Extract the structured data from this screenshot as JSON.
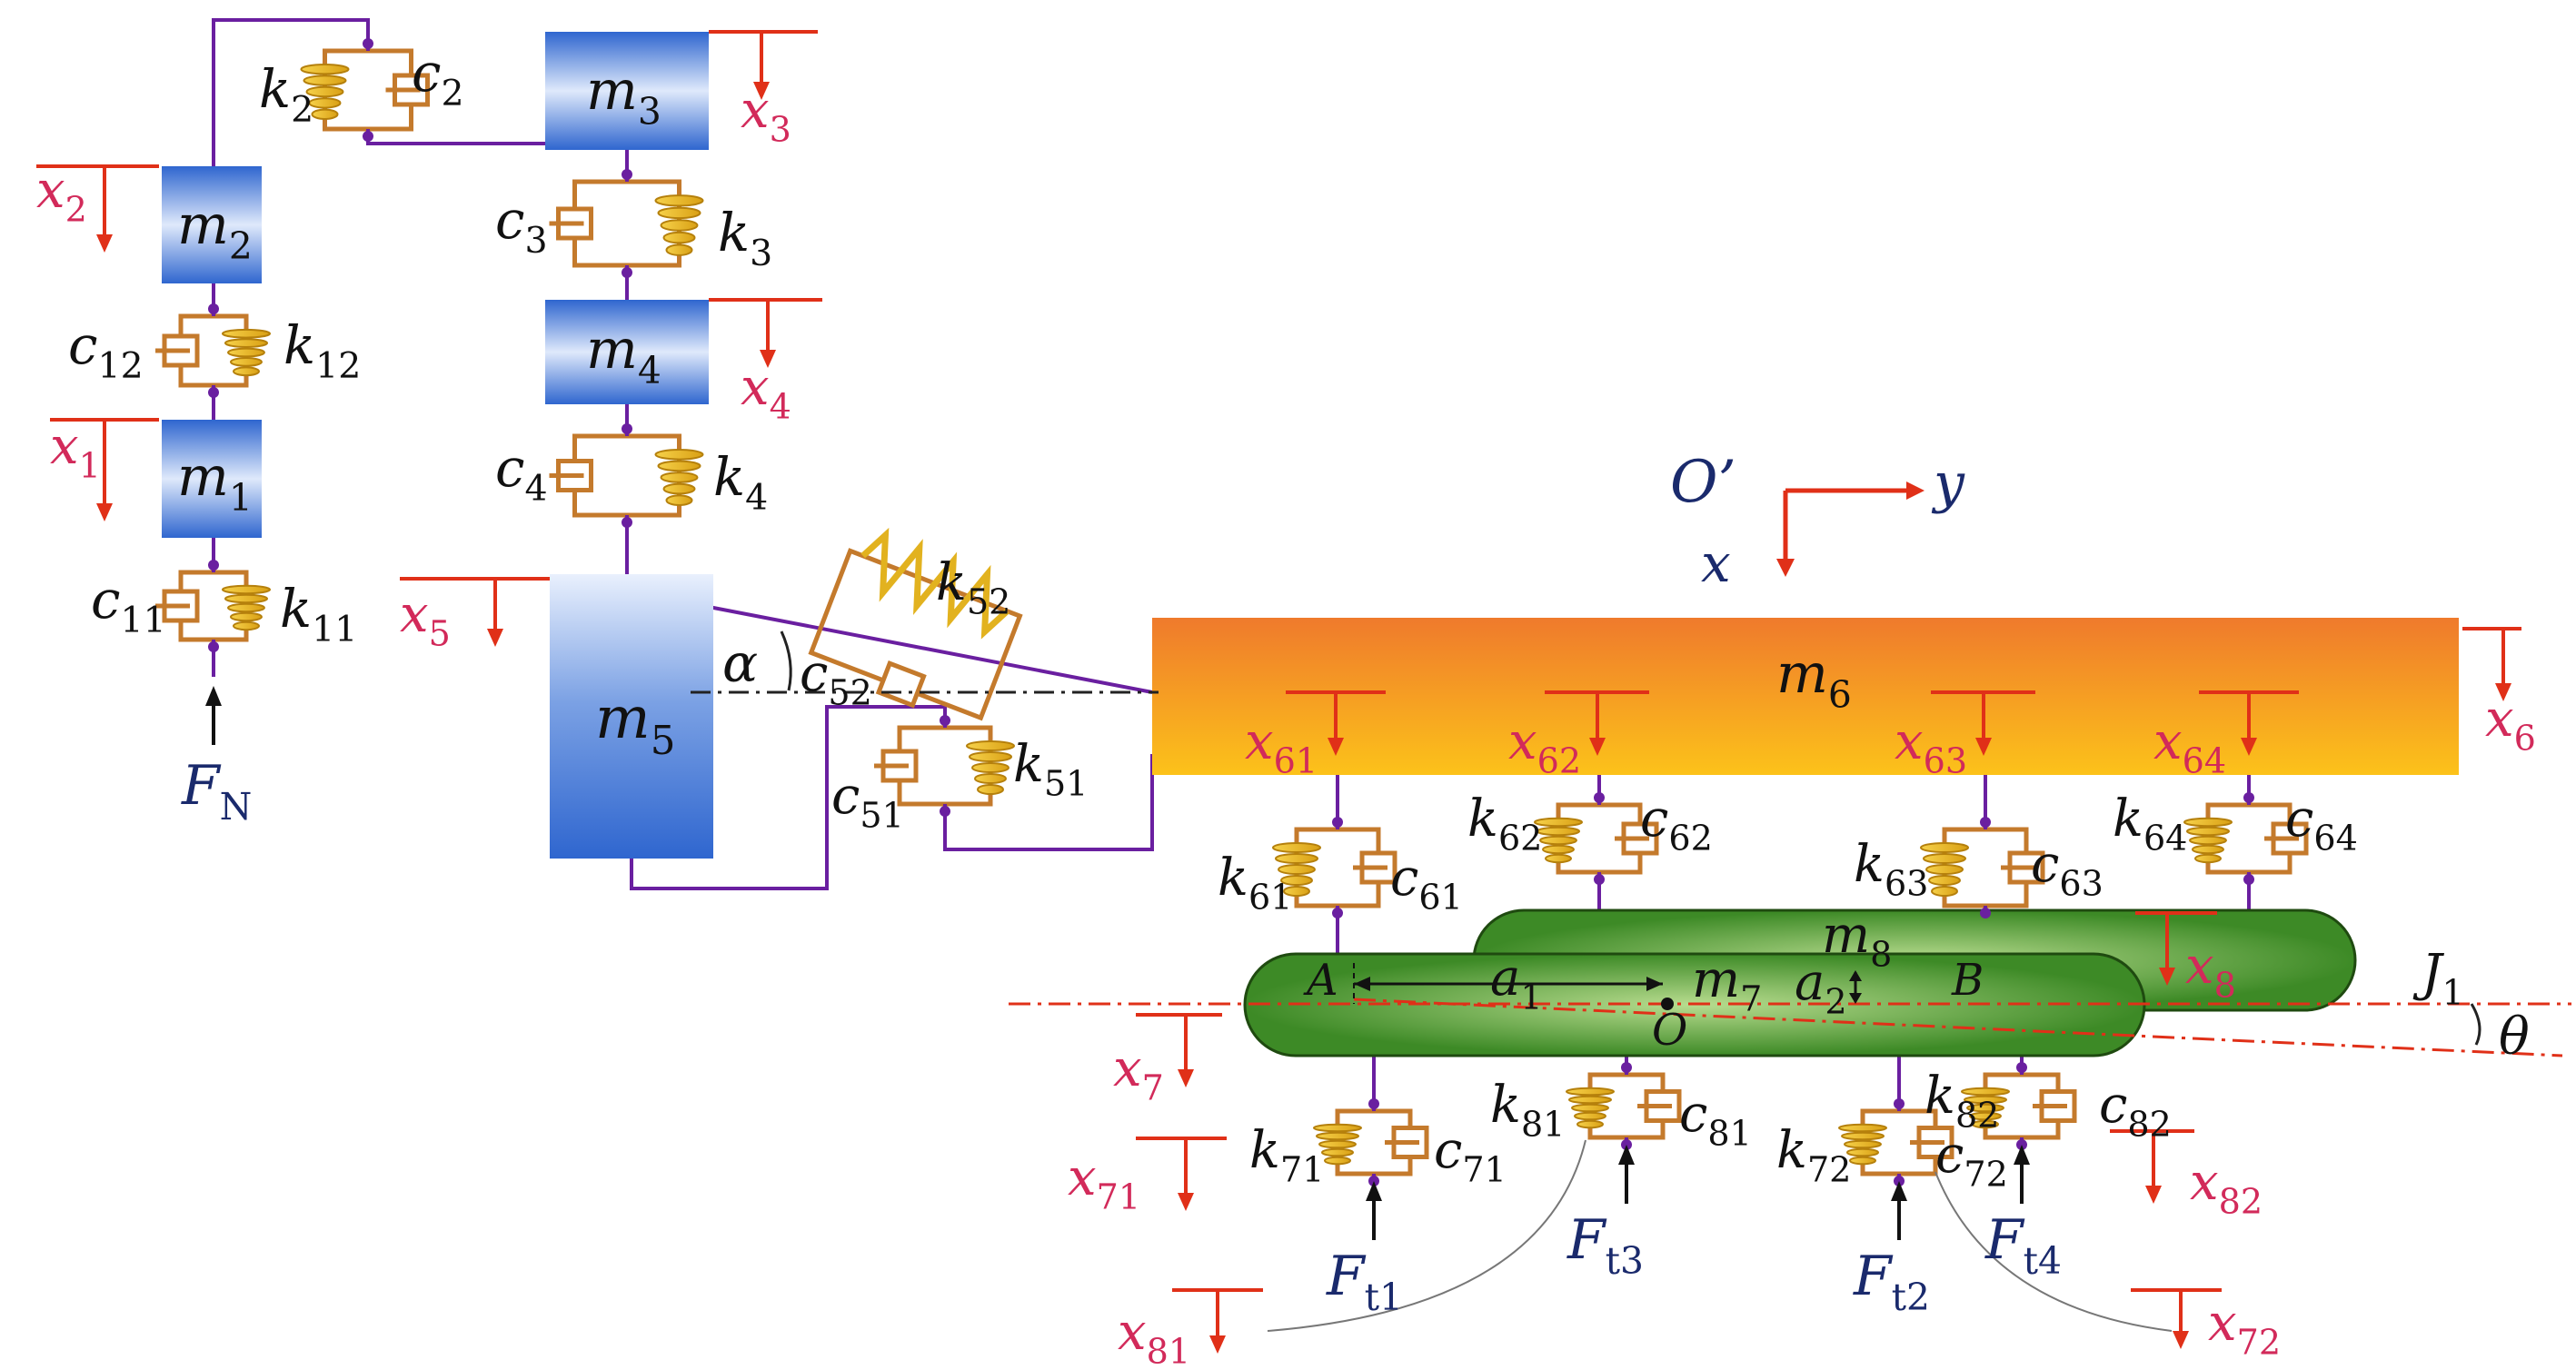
{
  "colors": {
    "displacement_label": "#d22a5a",
    "arrow": "#e03018",
    "force_label": "#1a2a6c",
    "mass_blue": "#3a6fd0",
    "mass_orange": "#f07a2a",
    "mass_green": "#3f8a2a",
    "spring": "#f2c12a",
    "link": "#6a1fa0"
  },
  "masses": {
    "m1": {
      "base": "m",
      "sub": "1"
    },
    "m2": {
      "base": "m",
      "sub": "2"
    },
    "m3": {
      "base": "m",
      "sub": "3"
    },
    "m4": {
      "base": "m",
      "sub": "4"
    },
    "m5": {
      "base": "m",
      "sub": "5"
    },
    "m6": {
      "base": "m",
      "sub": "6"
    },
    "m7": {
      "base": "m",
      "sub": "7"
    },
    "m8": {
      "base": "m",
      "sub": "8"
    }
  },
  "springs": {
    "k2": {
      "base": "k",
      "sub": "2"
    },
    "k3": {
      "base": "k",
      "sub": "3"
    },
    "k4": {
      "base": "k",
      "sub": "4"
    },
    "k11": {
      "base": "k",
      "sub": "11"
    },
    "k12": {
      "base": "k",
      "sub": "12"
    },
    "k51": {
      "base": "k",
      "sub": "51"
    },
    "k52": {
      "base": "k",
      "sub": "52"
    },
    "k61": {
      "base": "k",
      "sub": "61"
    },
    "k62": {
      "base": "k",
      "sub": "62"
    },
    "k63": {
      "base": "k",
      "sub": "63"
    },
    "k64": {
      "base": "k",
      "sub": "64"
    },
    "k71": {
      "base": "k",
      "sub": "71"
    },
    "k72": {
      "base": "k",
      "sub": "72"
    },
    "k81": {
      "base": "k",
      "sub": "81"
    },
    "k82": {
      "base": "k",
      "sub": "82"
    }
  },
  "dampers": {
    "c2": {
      "base": "c",
      "sub": "2"
    },
    "c3": {
      "base": "c",
      "sub": "3"
    },
    "c4": {
      "base": "c",
      "sub": "4"
    },
    "c11": {
      "base": "c",
      "sub": "11"
    },
    "c12": {
      "base": "c",
      "sub": "12"
    },
    "c51": {
      "base": "c",
      "sub": "51"
    },
    "c52": {
      "base": "c",
      "sub": "52"
    },
    "c61": {
      "base": "c",
      "sub": "61"
    },
    "c62": {
      "base": "c",
      "sub": "62"
    },
    "c63": {
      "base": "c",
      "sub": "63"
    },
    "c64": {
      "base": "c",
      "sub": "64"
    },
    "c71": {
      "base": "c",
      "sub": "71"
    },
    "c72": {
      "base": "c",
      "sub": "72"
    },
    "c81": {
      "base": "c",
      "sub": "81"
    },
    "c82": {
      "base": "c",
      "sub": "82"
    }
  },
  "displacements": {
    "x1": {
      "base": "x",
      "sub": "1"
    },
    "x2": {
      "base": "x",
      "sub": "2"
    },
    "x3": {
      "base": "x",
      "sub": "3"
    },
    "x4": {
      "base": "x",
      "sub": "4"
    },
    "x5": {
      "base": "x",
      "sub": "5"
    },
    "x6": {
      "base": "x",
      "sub": "6"
    },
    "x7": {
      "base": "x",
      "sub": "7"
    },
    "x8": {
      "base": "x",
      "sub": "8"
    },
    "x61": {
      "base": "x",
      "sub": "61"
    },
    "x62": {
      "base": "x",
      "sub": "62"
    },
    "x63": {
      "base": "x",
      "sub": "63"
    },
    "x64": {
      "base": "x",
      "sub": "64"
    },
    "x71": {
      "base": "x",
      "sub": "71"
    },
    "x72": {
      "base": "x",
      "sub": "72"
    },
    "x81": {
      "base": "x",
      "sub": "81"
    },
    "x82": {
      "base": "x",
      "sub": "82"
    }
  },
  "forces": {
    "FN": {
      "base": "F",
      "sub": "N"
    },
    "Ft1": {
      "base": "F",
      "sub": "t1"
    },
    "Ft2": {
      "base": "F",
      "sub": "t2"
    },
    "Ft3": {
      "base": "F",
      "sub": "t3"
    },
    "Ft4": {
      "base": "F",
      "sub": "t4"
    }
  },
  "geometry_labels": {
    "alpha": "α",
    "a1": {
      "base": "a",
      "sub": "1"
    },
    "a2": {
      "base": "a",
      "sub": "2"
    },
    "A": "A",
    "B": "B",
    "O": "O",
    "J1": {
      "base": "J",
      "sub": "1"
    },
    "theta": "θ"
  },
  "axes": {
    "origin": "O’",
    "y": "y",
    "x": "x"
  }
}
